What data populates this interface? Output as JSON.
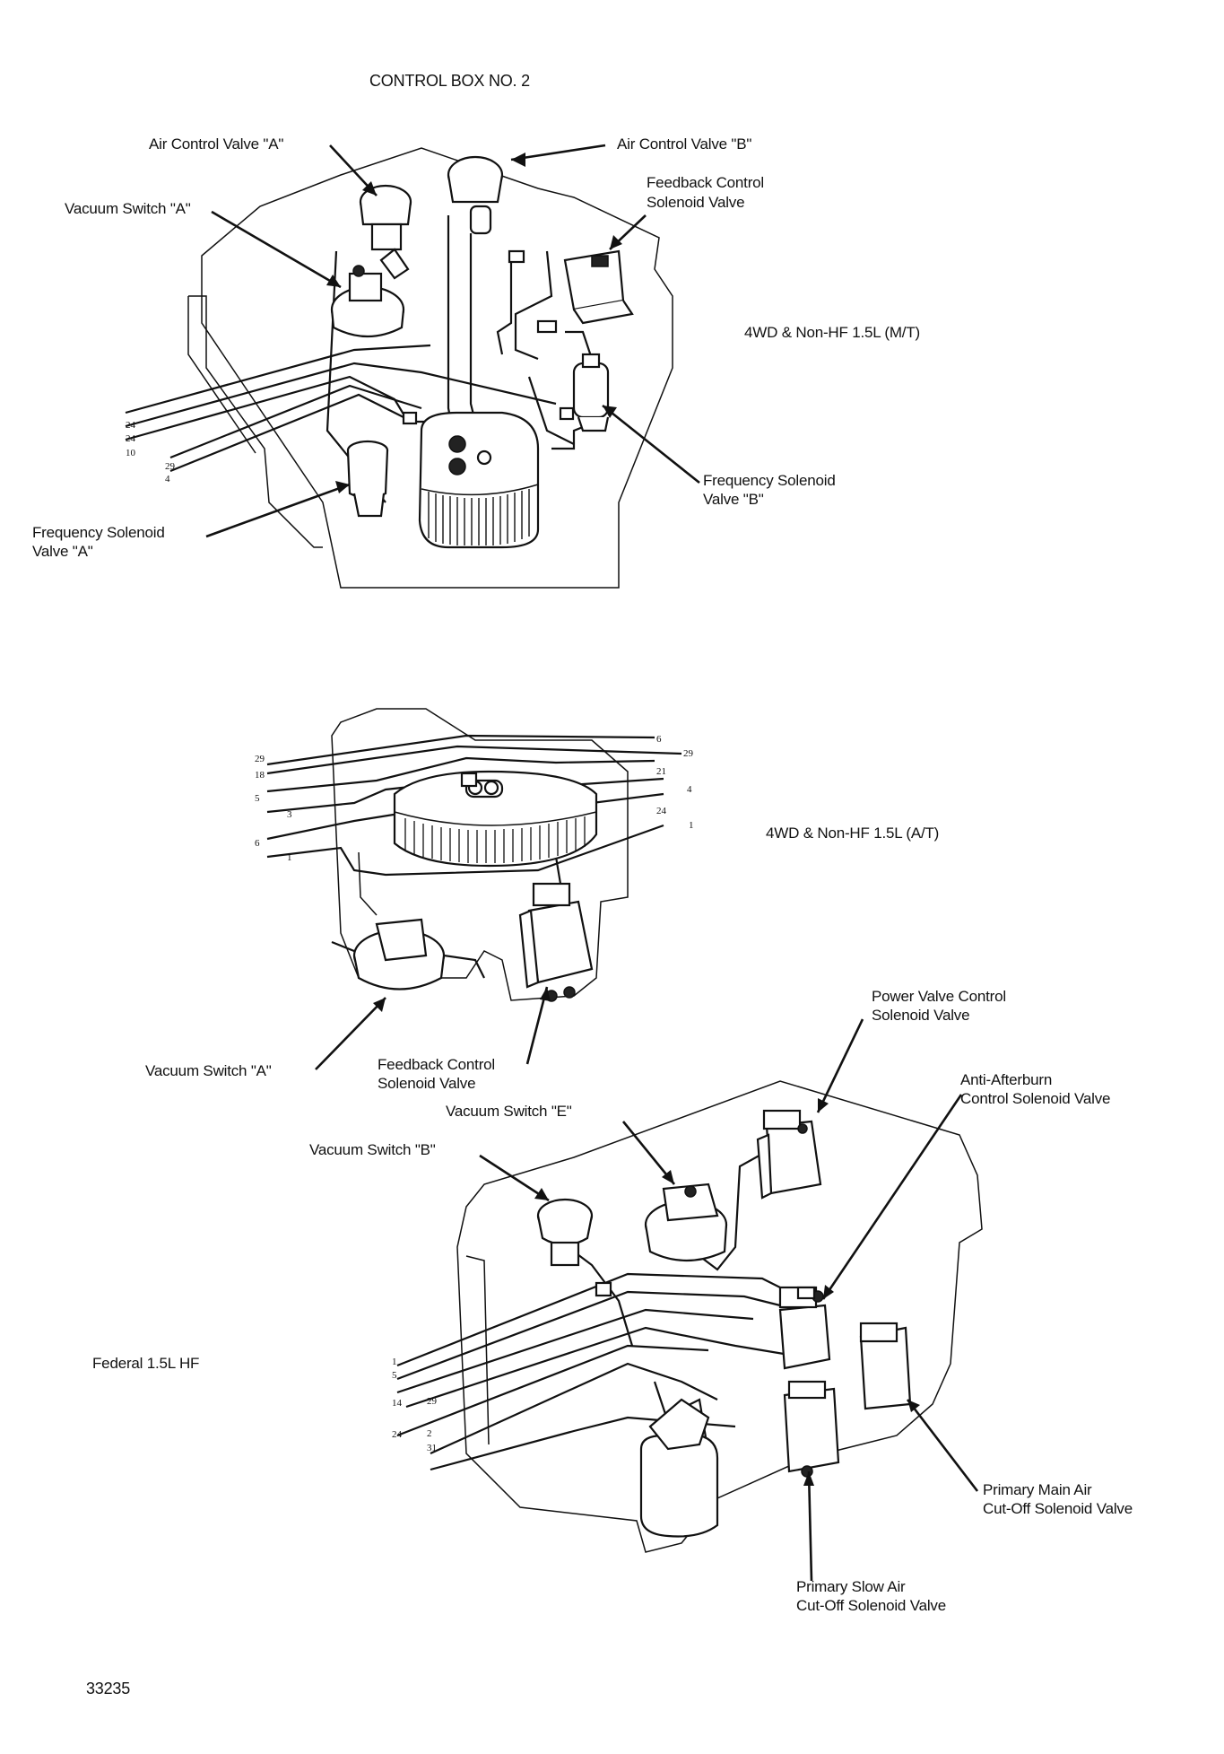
{
  "header": {
    "title": "CONTROL BOX NO. 2"
  },
  "sections": {
    "mt": {
      "heading": "4WD & Non-HF 1.5L  (M/T)"
    },
    "at": {
      "heading": "4WD & Non-HF 1.5L (A/T)"
    },
    "hf": {
      "heading": "Federal 1.5L HF"
    }
  },
  "labels_mt": {
    "air_valve_a": "Air Control Valve \"A\"",
    "air_valve_b": "Air Control Valve \"B\"",
    "vacuum_switch_a": "Vacuum Switch \"A\"",
    "feedback_line1": "Feedback Control",
    "feedback_line2": "Solenoid Valve",
    "freq_b_line1": "Frequency Solenoid",
    "freq_b_line2": "Valve \"B\"",
    "freq_a_line1": "Frequency Solenoid",
    "freq_a_line2": "Valve \"A\""
  },
  "labels_at": {
    "vacuum_switch_a": "Vacuum Switch \"A\"",
    "feedback_line1": "Feedback Control",
    "feedback_line2": "Solenoid Valve"
  },
  "labels_hf": {
    "power_line1": "Power Valve Control",
    "power_line2": "Solenoid Valve",
    "anti_line1": "Anti-Afterburn",
    "anti_line2": "Control Solenoid Valve",
    "vacuum_switch_e": "Vacuum Switch \"E\"",
    "vacuum_switch_b": "Vacuum Switch \"B\"",
    "main_line1": "Primary Main Air",
    "main_line2": "Cut-Off Solenoid Valve",
    "slow_line1": "Primary Slow Air",
    "slow_line2": "Cut-Off Solenoid Valve"
  },
  "hose_numbers_mt": [
    "24",
    "24",
    "10",
    "29",
    "4"
  ],
  "hose_numbers_at_left": [
    "29",
    "18",
    "5",
    "3",
    "6",
    "1"
  ],
  "hose_numbers_at_right": [
    "6",
    "29",
    "21",
    "4",
    "24",
    "1"
  ],
  "hose_numbers_hf": [
    "1",
    "5",
    "14",
    "29",
    "24",
    "2",
    "31"
  ],
  "figure_number": "33235"
}
